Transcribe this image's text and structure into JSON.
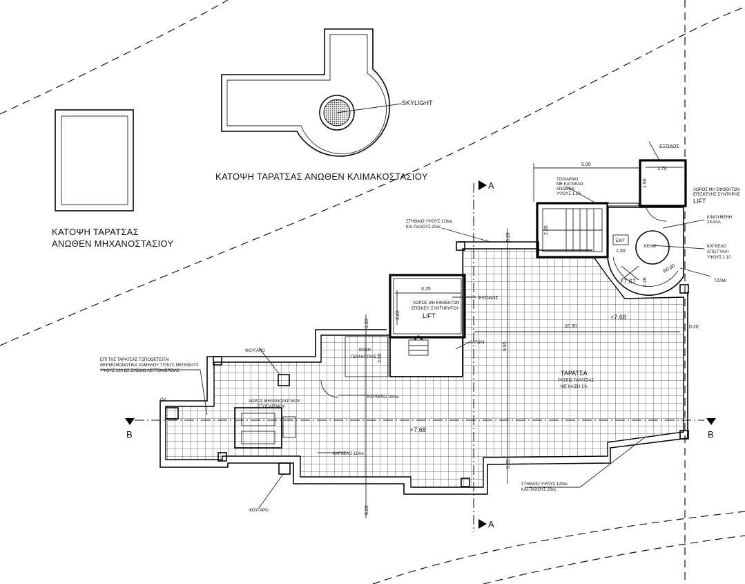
{
  "titles": {
    "stair_roof_plan": "ΚΑΤΟΨΗ ΤΑΡΑΤΣΑΣ ΑΝΩΘΕΝ ΚΛΙΜΑΚΟΣΤΑΣΙΟΥ",
    "machine_roof_plan_line1": "ΚΑΤΟΨΗ ΤΑΡΑΤΣΑΣ",
    "machine_roof_plan_line2": "ΑΝΩΘΕΝ ΜΗΧΑΝΟΣΤΑΣΙΟΥ"
  },
  "labels": {
    "skylight": "SKYLIGHT",
    "exodos": "ΕΞΟΔΟΣ",
    "exodos2": "ΕΞΟΔΟΣ",
    "dim_500": "5.00",
    "dim_170": "1.70",
    "dim_190": "1.90",
    "dim_230": "2.30",
    "dim_130": "1.30",
    "dim_120": "1.20",
    "dim_020_a": "0.20",
    "dim_020_b": "0.20",
    "dim_020_c": "0.20",
    "dim_020_d": "0.20",
    "dim_020_e": "0.20",
    "dim_1030": "10.30",
    "dim_995": "9.95",
    "dim_325": "3.25",
    "dim_245": "2.45",
    "dim_200": "2.00",
    "dim_r080": "R0.80",
    "level_767": "+7.67",
    "level_768a": "+7.68",
    "level_768b": "+7.68",
    "toixaki_1": "ΤΟΙΧΑΡΑΚΙ",
    "toixaki_2": "ΜΕ ΚΑΓΚΕΛΟ",
    "toixaki_3": "ΑΝΩΘΕΝ",
    "toixaki_4": "ΥΨΟΥΣ 1.10",
    "stithaio_top_1": "ΣΤΗΘΑΙΟ ΥΨΟΥΣ 120εκ.",
    "stithaio_top_2": "ΚΑΙ ΠΑΧΟΥΣ 20εκ.",
    "stithaio_bot_1": "ΣΤΗΘΑΙΟ ΥΨΟΥΣ 120εκ.",
    "stithaio_bot_2": "ΚΑΙ ΠΑΧΟΥΣ 20εκ.",
    "lift_top_1": "ΧΩΡΟΣ ΜΗ ΕΦΘΕΚΤΩΝ",
    "lift_top_2": "ΕΠΙΣΚΕΥΗΣ ΣΥΝΤΗΡΗΣ",
    "lift_top_3": "LIFT",
    "lift_mid_1": "ΧΩΡΟΣ ΜΗ ΕΦΘΕΚΤΩΝ",
    "lift_mid_2": "ΕΠΙΣΚΕΥ. ΣΥΝΤΗΡΗΤΟΥ",
    "lift_mid_3": "LIFT",
    "kinoumeni_1": "ΚΙΝΟΥΜΕΝΗ",
    "kinoumeni_2": "ΣΚΑΛΑ",
    "kagkelo_1": "ΚΑΓΚΕΛΟ",
    "kagkelo_2": "ΑΠΟ ΓΥΑΛΙ",
    "kagkelo_3": "ΥΨΟΥΣ 1.10",
    "kagkelo_100": "ΚΑΓΚΕΛΟ 100εκ.",
    "kagkelo_110": "ΚΑΓΚΕΛΟ 110εκ.",
    "tzami": "ΤΖΑΜΙ",
    "kenό": "ΚΕΝΟ",
    "exit": "EXIT",
    "katoni": "ΚΑΤΩΝΙ",
    "vathi_1": "ΒΑΘΗ",
    "vathi_2": "ΓΕΝΝΗΤΡΙΑΣ",
    "taratsa_1": "ΤΑΡΑΤΣΑ",
    "taratsa_2": "ΡΥΣΕΙΣ ΤΑΡΑΤΣΑΣ",
    "taratsa_3": "ΜΕ ΚΛΙΣΗ 1%",
    "foygaro_top": "ΦΟΥΓΑΡΟ",
    "foygaro_bot": "ΦΟΥΓΑΡΟ",
    "mech_1": "ΧΩΡΟΣ ΜΗΧΑΝΟΛΟΓΙΚΟΥ",
    "mech_2": "ΕΞΟΠΛΙΣΜΟΥ",
    "note_1": "ΕΠΙ ΤΗΣ ΤΑΡΑΤΣΑΣ ΤΟΠΟΘΕΤΕΙΤΑΙ",
    "note_2": "ΘΕΡΜΟΜΟΝΩΤΙΚΑ ΧΑΜΗΛΟΥ ΤΥΠΟΥ, ΜΕΓΕΘΟΥΣ",
    "note_3": "ΥΨΟΥΣ 120 ΩΣ ΣΧΕΔΙΟ ΛΕΠΤΟΜΕΡΕΙΑΣ",
    "oy": "ΟΥ",
    "sec_a_top": "A",
    "sec_a_bot": "A",
    "sec_b_left": "B",
    "sec_b_right": "B"
  }
}
